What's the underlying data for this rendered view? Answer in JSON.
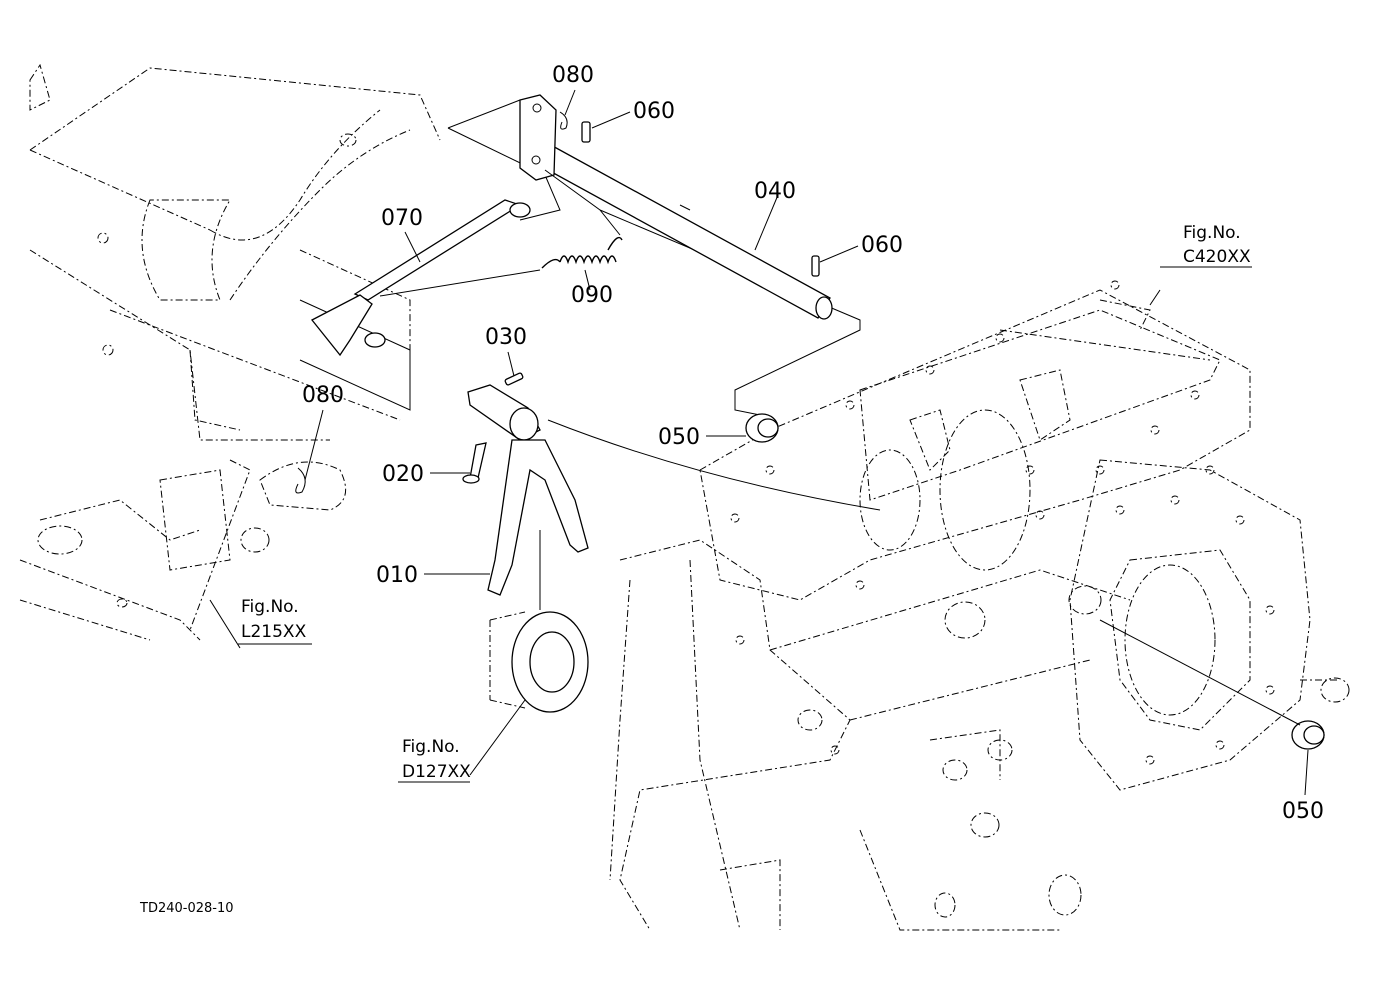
{
  "diagram": {
    "drawing_code": "TD240-028-10",
    "callouts": [
      {
        "id": "c080a",
        "text": "080"
      },
      {
        "id": "c060a",
        "text": "060"
      },
      {
        "id": "c040",
        "text": "040"
      },
      {
        "id": "c060b",
        "text": "060"
      },
      {
        "id": "c070",
        "text": "070"
      },
      {
        "id": "c090",
        "text": "090"
      },
      {
        "id": "c030",
        "text": "030"
      },
      {
        "id": "c080b",
        "text": "080"
      },
      {
        "id": "c050a",
        "text": "050"
      },
      {
        "id": "c020",
        "text": "020"
      },
      {
        "id": "c010",
        "text": "010"
      },
      {
        "id": "c050b",
        "text": "050"
      }
    ],
    "figure_refs": [
      {
        "id": "fC420",
        "label": "Fig.No.",
        "code": "C420XX"
      },
      {
        "id": "fL215",
        "label": "Fig.No.",
        "code": "L215XX"
      },
      {
        "id": "fD127",
        "label": "Fig.No.",
        "code": "D127XX"
      }
    ]
  }
}
